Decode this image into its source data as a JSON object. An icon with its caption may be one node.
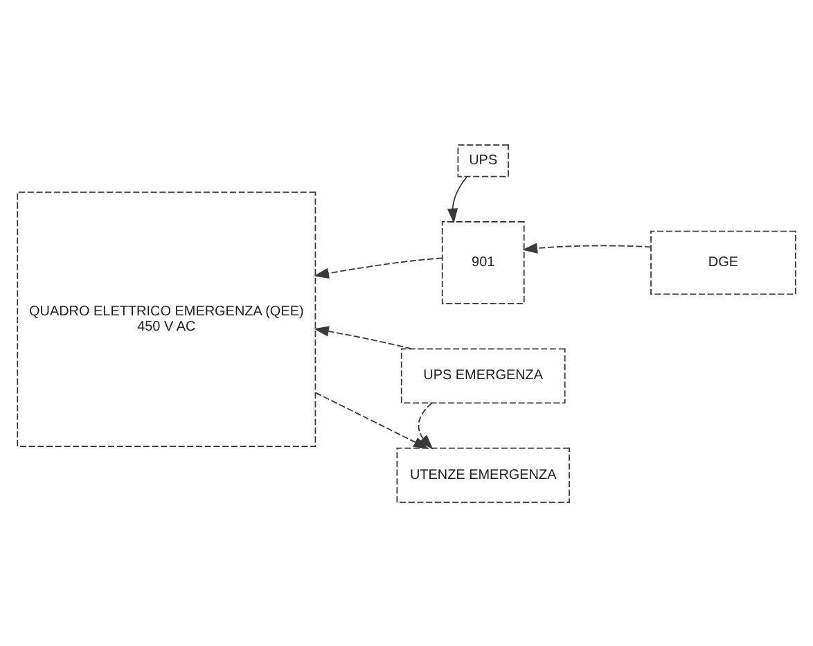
{
  "diagram": {
    "nodes": [
      {
        "text": [
          "UPS"
        ]
      },
      {
        "text": [
          "QUADRO ELETTRICO EMERGENZA (QEE)",
          "450 V AC"
        ]
      },
      {
        "text": [
          "901"
        ]
      },
      {
        "text": [
          "DGE"
        ]
      },
      {
        "text": [
          "UPS EMERGENZA"
        ]
      },
      {
        "text": [
          "UTENZE EMERGENZA"
        ]
      }
    ],
    "edges": [
      {
        "from": 0,
        "to": 2,
        "arrow": "to"
      },
      {
        "from": 3,
        "to": 2,
        "arrow": "to",
        "style": "dashed"
      },
      {
        "from": 2,
        "to": 1,
        "arrow": "to",
        "style": "dashed"
      },
      {
        "from": 4,
        "to": 1,
        "arrow": "to",
        "style": "dashed"
      },
      {
        "from": 1,
        "to": 5,
        "arrow": "to",
        "style": "dashed"
      },
      {
        "from": 4,
        "to": 5,
        "arrow": "to",
        "style": "dashed"
      }
    ]
  }
}
